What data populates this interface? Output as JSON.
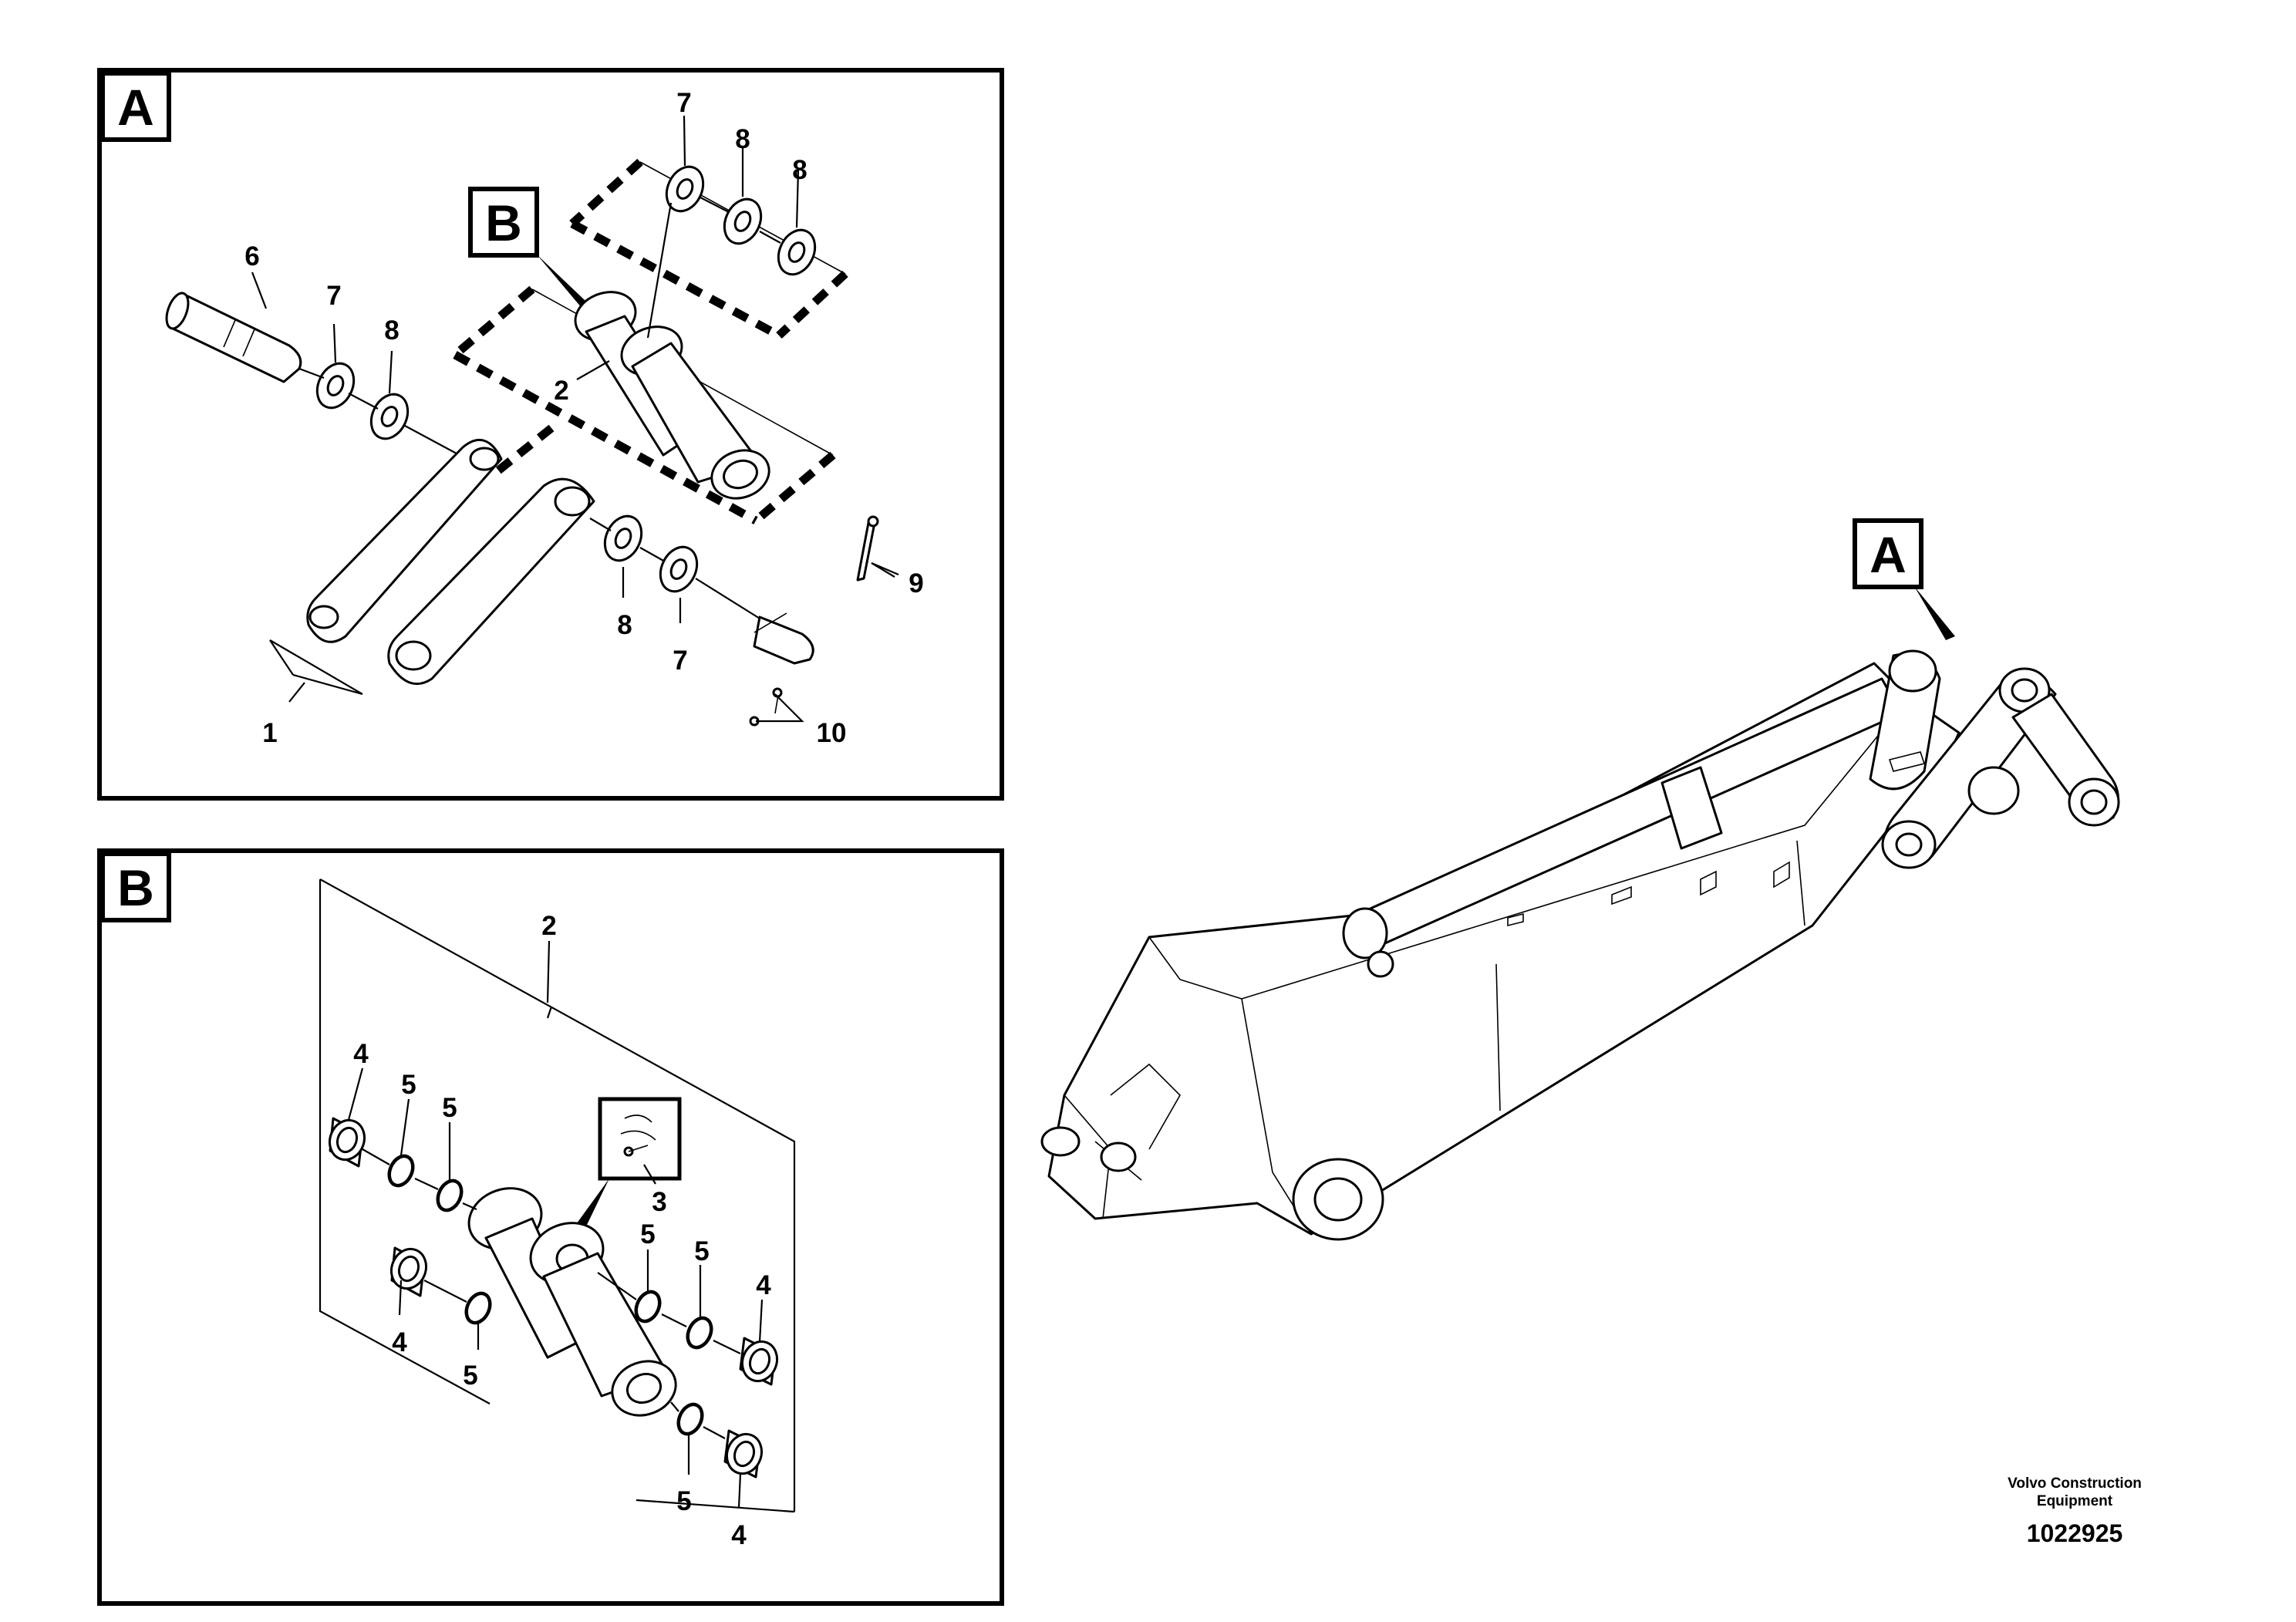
{
  "view_a": {
    "letter": "A",
    "callout_b": "B",
    "labels": {
      "l1": "1",
      "l2": "2",
      "l6": "6",
      "l7a": "7",
      "l7b": "7",
      "l7c": "7",
      "l8a": "8",
      "l8b": "8",
      "l8c": "8",
      "l8d": "8",
      "l9": "9",
      "l10": "10"
    }
  },
  "view_b": {
    "letter": "B",
    "labels": {
      "l2": "2",
      "l3": "3",
      "l4a": "4",
      "l4b": "4",
      "l4c": "4",
      "l4d": "4",
      "l5a": "5",
      "l5b": "5",
      "l5c": "5",
      "l5d": "5",
      "l5e": "5",
      "l5f": "5"
    }
  },
  "boom": {
    "callout": "A"
  },
  "footer": {
    "maker_line1": "Volvo Construction",
    "maker_line2": "Equipment",
    "drawing_number": "1022925"
  }
}
